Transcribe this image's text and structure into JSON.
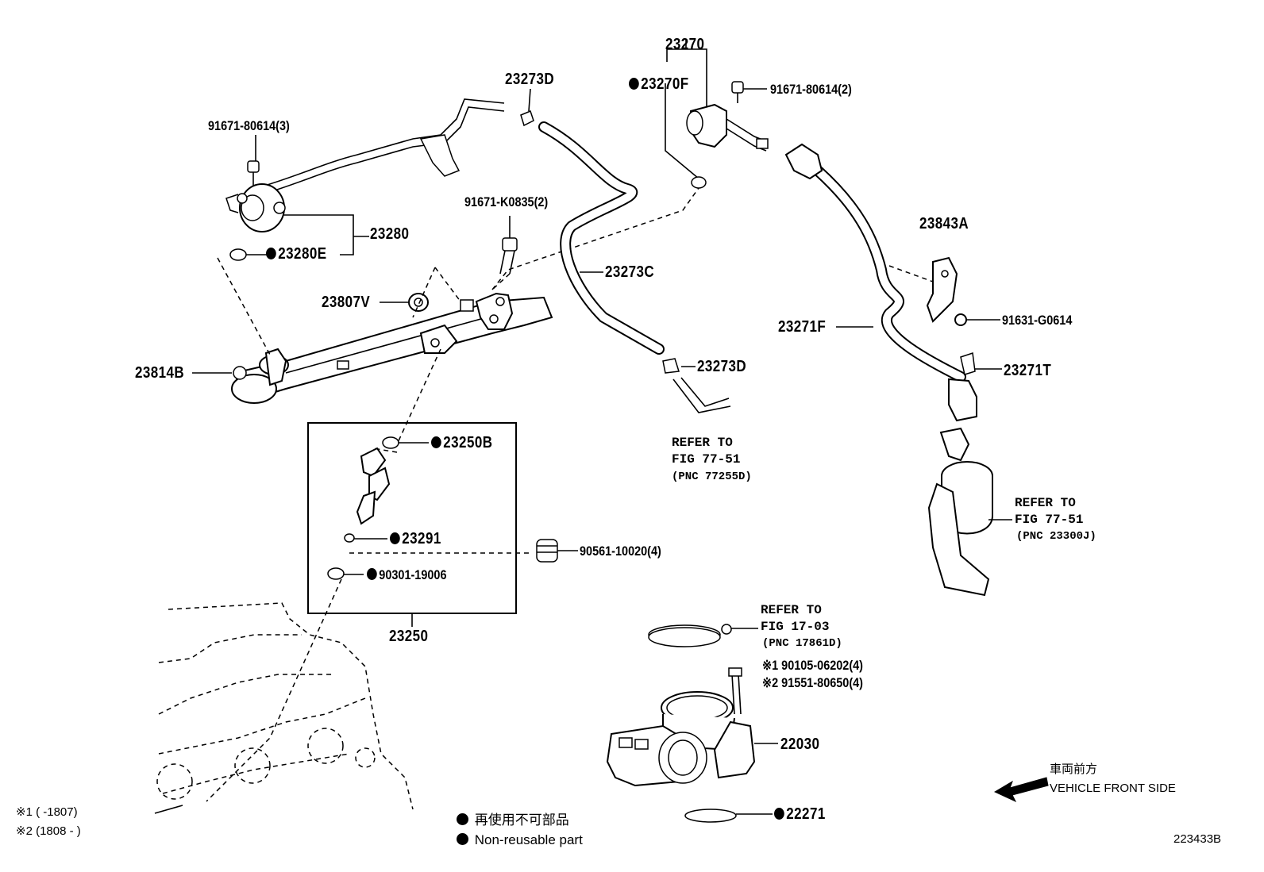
{
  "diagram_id": "223433B",
  "parts": {
    "p23270": "23270",
    "p23270F": "23270F",
    "p91671_80614_2": "91671-80614(2)",
    "p23273D_top": "23273D",
    "p91671_80614_3": "91671-80614(3)",
    "p23280": "23280",
    "p23280E": "23280E",
    "p91671_K0835": "91671-K0835(2)",
    "p23273C": "23273C",
    "p23843A": "23843A",
    "p23807V": "23807V",
    "p91631_G0614": "91631-G0614",
    "p23271F": "23271F",
    "p23814B": "23814B",
    "p23273D_bottom": "23273D",
    "p23271T": "23271T",
    "p23250B": "23250B",
    "p23291": "23291",
    "p90561": "90561-10020(4)",
    "p90301": "90301-19006",
    "p23250": "23250",
    "p22030": "22030",
    "p22271": "22271"
  },
  "refs": {
    "ref1": {
      "line1": "REFER TO",
      "line2": "FIG 77-51",
      "line3": "(PNC 77255D)"
    },
    "ref2": {
      "line1": "REFER TO",
      "line2": "FIG 77-51",
      "line3": "(PNC 23300J)"
    },
    "ref3": {
      "line1": "REFER TO",
      "line2": "FIG 17-03",
      "line3": "(PNC 17861D)"
    }
  },
  "bolts_22030": {
    "line1": "※1 90105-06202(4)",
    "line2": "※2 91551-80650(4)"
  },
  "notes": {
    "note1": "※1 (       -1807)",
    "note2": "※2 (1808  -       )"
  },
  "legend": {
    "jp": "再使用不可部品",
    "en": "Non-reusable part"
  },
  "direction": {
    "jp": "車両前方",
    "en": "VEHICLE FRONT SIDE"
  }
}
